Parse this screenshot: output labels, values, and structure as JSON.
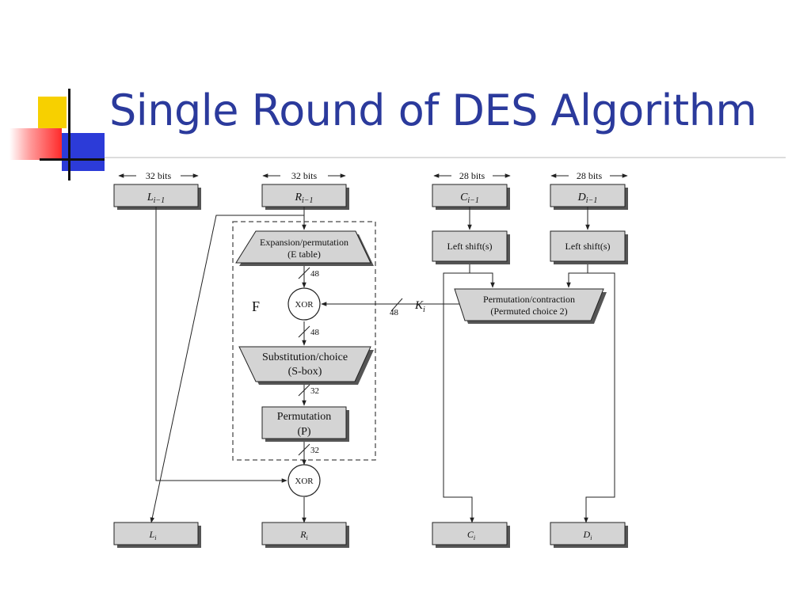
{
  "slide": {
    "title": "Single Round of DES Algorithm"
  },
  "diagram": {
    "widths": {
      "left": "32 bits",
      "right": "32 bits",
      "c": "28 bits",
      "d": "28 bits"
    },
    "registers": {
      "l_prev": "L",
      "l_prev_sub": "i−1",
      "r_prev": "R",
      "r_prev_sub": "i−1",
      "c_prev": "C",
      "c_prev_sub": "i−1",
      "d_prev": "D",
      "d_prev_sub": "i−1",
      "l_next": "L",
      "l_next_sub": "i",
      "r_next": "R",
      "r_next_sub": "i",
      "c_next": "C",
      "c_next_sub": "i",
      "d_next": "D",
      "d_next_sub": "i"
    },
    "blocks": {
      "expansion_line1": "Expansion/permutation",
      "expansion_line2": "(E table)",
      "substitution_line1": "Substitution/choice",
      "substitution_line2": "(S-box)",
      "permutation_line1": "Permutation",
      "permutation_line2": "(P)",
      "left_shift_c": "Left shift(s)",
      "left_shift_d": "Left shift(s)",
      "pc2_line1": "Permutation/contraction",
      "pc2_line2": "(Permuted choice 2)"
    },
    "operators": {
      "xor_f": "XOR",
      "xor_out": "XOR"
    },
    "function_label": "F",
    "key_label": "K",
    "key_sub": "i",
    "bus_widths": {
      "after_expansion": "48",
      "after_xor": "48",
      "after_sbox": "32",
      "after_permutation": "32",
      "key": "48"
    },
    "colors": {
      "box_fill": "#d4d4d4",
      "shadow": "#555555",
      "line": "#222222",
      "title": "#2b3a9c"
    }
  }
}
